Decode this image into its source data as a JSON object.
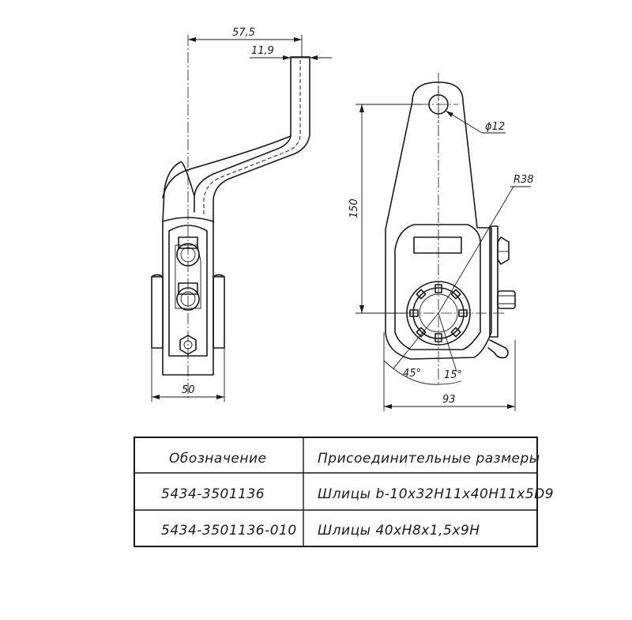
{
  "dimensions": {
    "width_total": "57,5",
    "arm_width": "11,9",
    "body_width_side": "50",
    "height": "150",
    "hole_dia": "ϕ12",
    "radius": "R38",
    "angle_left": "45°",
    "angle_right": "15°",
    "width_front": "93"
  },
  "table": {
    "headers": [
      "Обозначение",
      "Присоединительные размеры"
    ],
    "rows": [
      [
        "5434-3501136",
        "Шлицы b-10x32H11x40H11x5D9"
      ],
      [
        "5434-3501136-010",
        "Шлицы 40xH8x1,5x9H"
      ]
    ]
  }
}
